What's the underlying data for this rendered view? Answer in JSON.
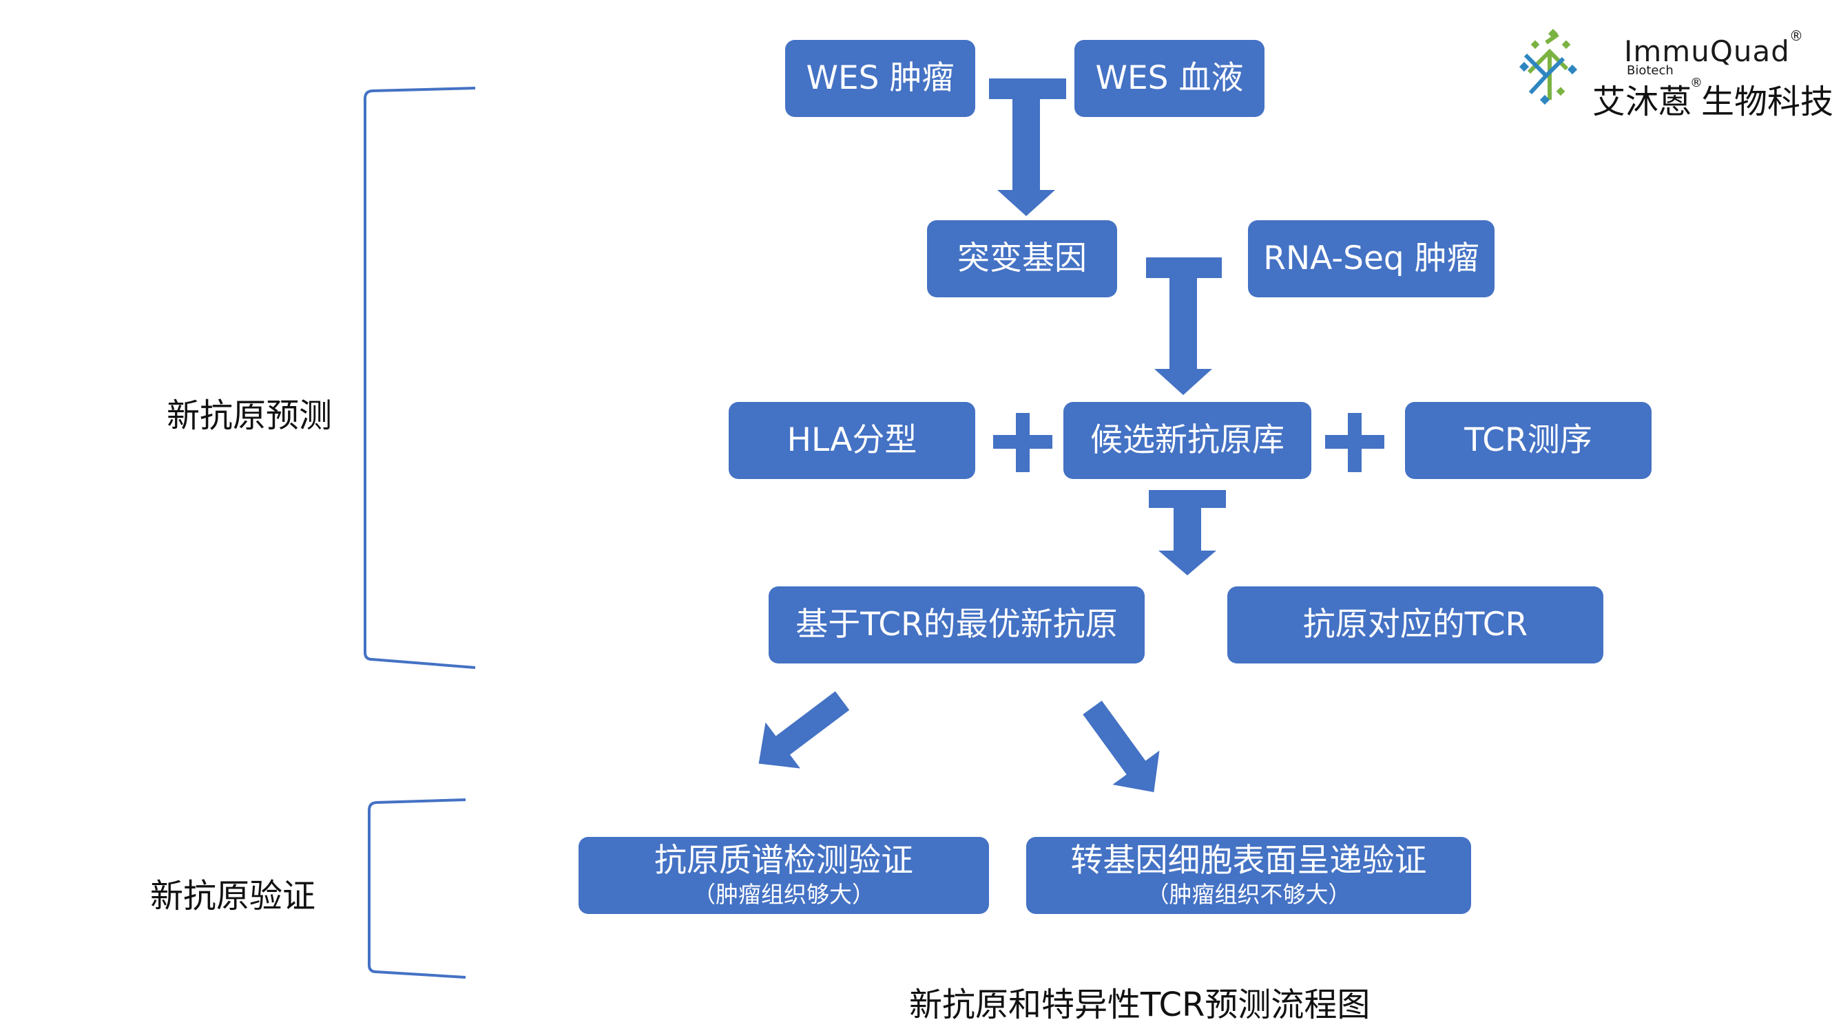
{
  "colors": {
    "box_fill": "#4472C4",
    "arrow": "#4472C4",
    "bracket": "#4472C4",
    "text": "#111111"
  },
  "logo": {
    "name": "ImmuQuad",
    "registered": "®",
    "sub": "Biotech",
    "cn_name": "艾沐蒽",
    "cn_suffix": "生物科技",
    "icon": "molecule-logo-icon"
  },
  "stages": {
    "prediction": "新抗原预测",
    "validation": "新抗原验证"
  },
  "nodes": {
    "wes_tumor": "WES 肿瘤",
    "wes_blood": "WES 血液",
    "mutations": "突变基因",
    "rnaseq_tumor": "RNA-Seq 肿瘤",
    "hla_typing": "HLA分型",
    "candidate_library": "候选新抗原库",
    "tcr_seq": "TCR测序",
    "best_neoantigen": "基于TCR的最优新抗原",
    "matching_tcr": "抗原对应的TCR",
    "ms_validation": "抗原质谱检测验证",
    "ms_note": "（肿瘤组织够大）",
    "transgenic_validation": "转基因细胞表面呈递验证",
    "transgenic_note": "（肿瘤组织不够大）"
  },
  "operators": {
    "plus": "+"
  },
  "caption": "新抗原和特异性TCR预测流程图"
}
